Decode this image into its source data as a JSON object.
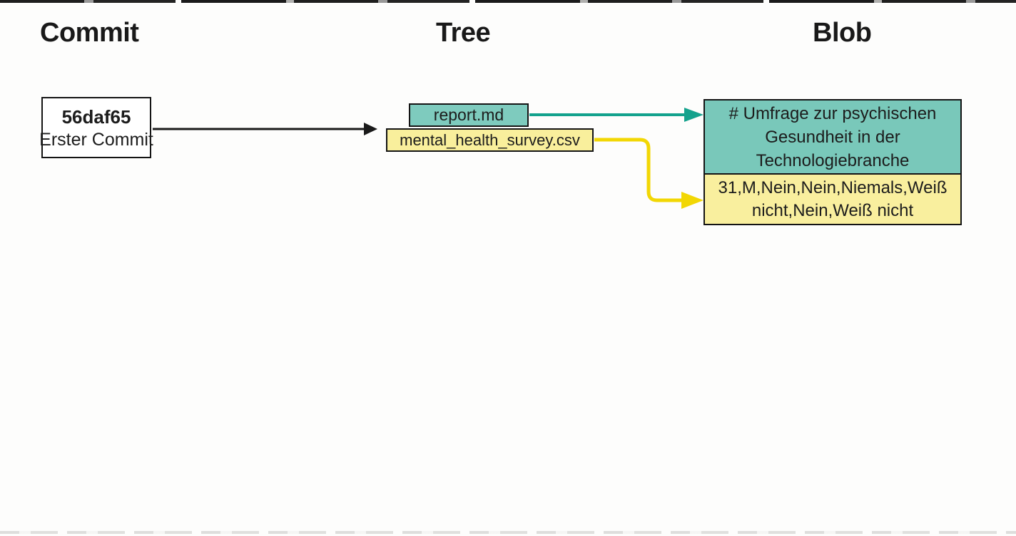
{
  "headings": {
    "commit": "Commit",
    "tree": "Tree",
    "blob": "Blob"
  },
  "commit": {
    "hash": "56daf65",
    "message": "Erster Commit"
  },
  "tree": {
    "report_label": "report.md",
    "survey_label": "mental_health_survey.csv"
  },
  "blobs": {
    "report_content": "# Umfrage zur psychischen Gesundheit in der Technologiebranche",
    "survey_content": "31,M,Nein,Nein,Niemals,Weiß nicht,Nein,Weiß nicht"
  },
  "colors": {
    "node_teal": "#7ecbbe",
    "node_yellow": "#f9ef9c",
    "blob_teal": "#79c8ba",
    "blob_yellow": "#f9ef9e",
    "arrow_black": "#1a1a1a",
    "arrow_teal": "#14a28d",
    "arrow_yellow": "#f2d704"
  }
}
